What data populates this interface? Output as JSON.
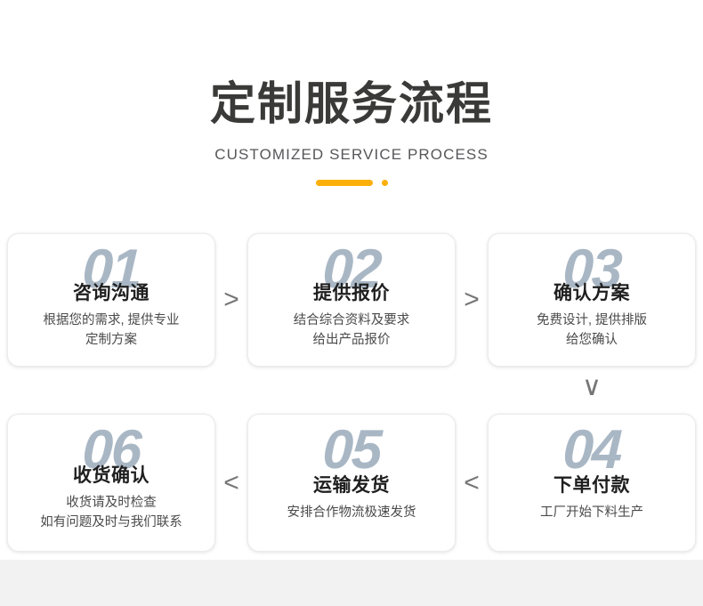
{
  "header": {
    "title": "定制服务流程",
    "subtitle": "CUSTOMIZED SERVICE PROCESS",
    "accent_color": "#fcaf08"
  },
  "theme": {
    "page_background": "#ffffff",
    "bottom_band_color": "#f2f2f2",
    "number_color": "#a9b7c5",
    "title_color": "#3a3a38",
    "card_title_color": "#1f1f1f",
    "card_desc_color": "#4a4a4a",
    "connector_color": "#767676"
  },
  "flow": {
    "row_top": [
      {
        "number": "01",
        "title": "咨询沟通",
        "desc": "根据您的需求, 提供专业\n定制方案"
      },
      {
        "number": "02",
        "title": "提供报价",
        "desc": "结合综合资料及要求\n给出产品报价"
      },
      {
        "number": "03",
        "title": "确认方案",
        "desc": "免费设计, 提供排版\n给您确认"
      }
    ],
    "row_bottom": [
      {
        "number": "06",
        "title": "收货确认",
        "desc": "收货请及时检查\n如有问题及时与我们联系"
      },
      {
        "number": "05",
        "title": "运输发货",
        "desc": "安排合作物流极速发货"
      },
      {
        "number": "04",
        "title": "下单付款",
        "desc": "工厂开始下料生产"
      }
    ],
    "connectors": {
      "top_1": ">",
      "top_2": ">",
      "down": "∨",
      "bottom_1": "<",
      "bottom_2": "<"
    }
  }
}
